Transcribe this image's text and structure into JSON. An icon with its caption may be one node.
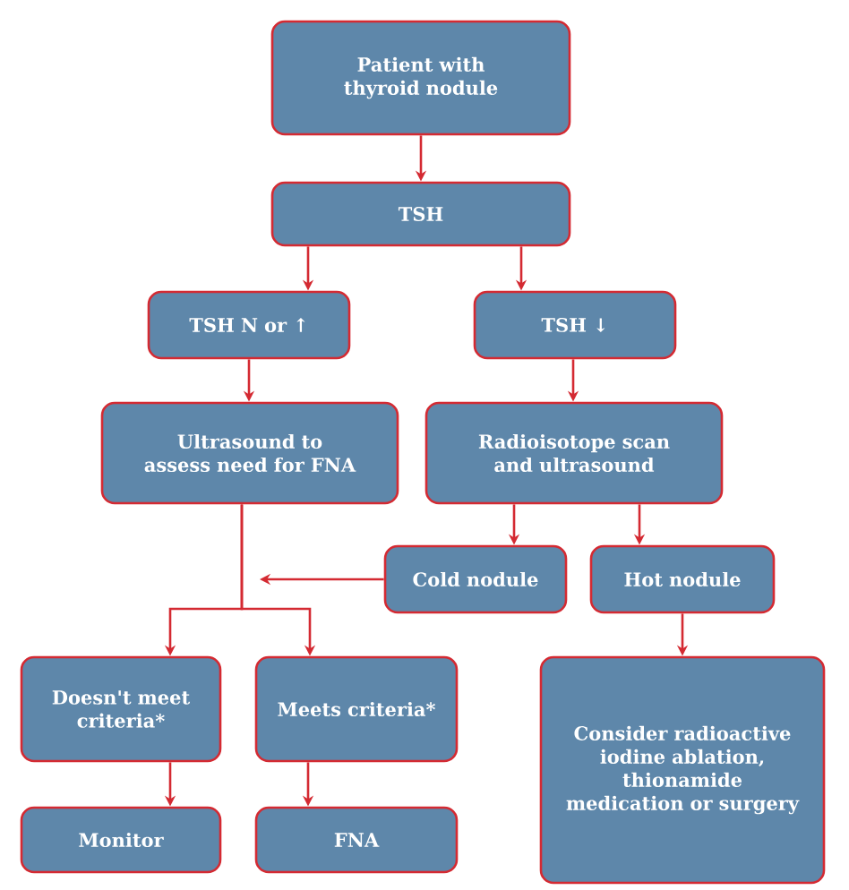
{
  "diagram": {
    "nodes": [
      {
        "text": [
          "Patient with thyroid nodule"
        ]
      },
      {
        "text": [
          "TSH"
        ]
      },
      {
        "text": [
          "TSH N or ↑"
        ]
      },
      {
        "text": [
          "TSH ↓"
        ]
      },
      {
        "text": [
          "Ultrasound to assess need for FNA"
        ]
      },
      {
        "text": [
          "Radioisotope scan and ultrasound"
        ]
      },
      {
        "text": [
          "Cold nodule"
        ]
      },
      {
        "text": [
          "Hot nodule"
        ]
      },
      {
        "text": [
          "Doesn't meet criteria*"
        ]
      },
      {
        "text": [
          "Meets criteria*"
        ]
      },
      {
        "text": [
          "Consider radioactive iodine ablation, thionamide medication or surgery"
        ]
      },
      {
        "text": [
          "Monitor"
        ]
      },
      {
        "text": [
          "FNA"
        ]
      }
    ],
    "edges": [
      {
        "from": 0,
        "to": 1,
        "arrow": "to"
      },
      {
        "from": 1,
        "to": 2,
        "arrow": "to"
      },
      {
        "from": 1,
        "to": 3,
        "arrow": "to"
      },
      {
        "from": 2,
        "to": 4,
        "arrow": "to"
      },
      {
        "from": 3,
        "to": 5,
        "arrow": "to"
      },
      {
        "from": 5,
        "to": 6,
        "arrow": "to"
      },
      {
        "from": 5,
        "to": 7,
        "arrow": "to"
      },
      {
        "from": 6,
        "to": null,
        "arrow": "to"
      },
      {
        "from": 4,
        "to": 8,
        "arrow": "to"
      },
      {
        "from": 4,
        "to": 9,
        "arrow": "to"
      },
      {
        "from": 7,
        "to": 10,
        "arrow": "to"
      },
      {
        "from": 8,
        "to": 11,
        "arrow": "to"
      },
      {
        "from": 9,
        "to": 12,
        "arrow": "to"
      }
    ]
  }
}
